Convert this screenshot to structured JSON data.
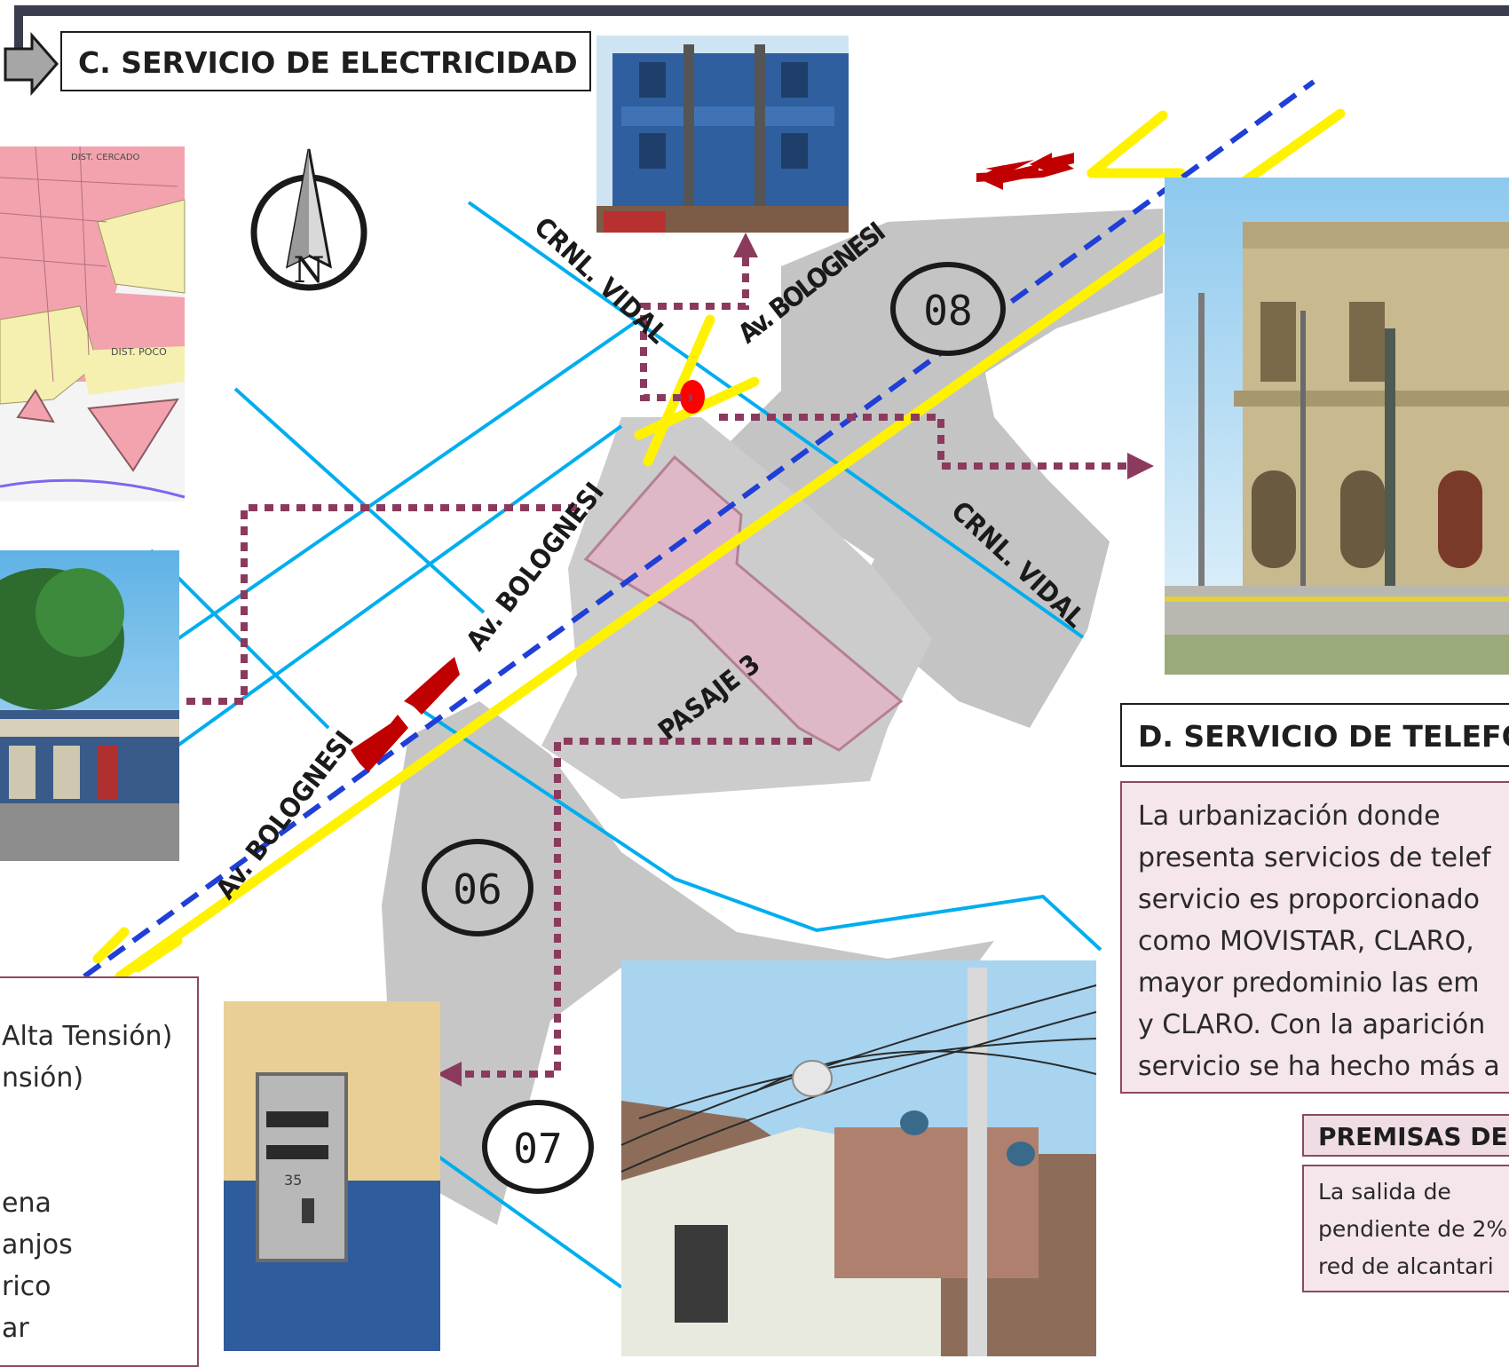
{
  "sections": {
    "electricity_title": "C. SERVICIO DE ELECTRICIDAD",
    "telephone_title": "D. SERVICIO DE TELEFO",
    "telephone_text": [
      "La  urbanización  donde",
      "presenta servicios de telef",
      "servicio  es  proporcionado",
      "como  MOVISTAR,  CLARO,",
      "mayor predominio las em",
      "y CLARO. Con la aparición",
      "servicio se ha hecho más a"
    ],
    "premises_title": "PREMISAS DE",
    "premises_text": [
      "La  salida  de",
      "pendiente de 2%",
      "red de alcantari"
    ]
  },
  "legend": {
    "items": [
      "Alta Tensión)",
      "nsión)",
      "",
      "",
      "ena",
      "anjos",
      "rico",
      "ar"
    ]
  },
  "map": {
    "streets": {
      "bolognesi_1": "Av. BOLOGNESI",
      "bolognesi_2": "Av. BOLOGNESI",
      "bolognesi_3": "Av. BOLOGNESI",
      "vidal_1": "CRNL. VIDAL",
      "vidal_2": "CRNL. VIDAL",
      "pasaje": "PASAJE 3"
    },
    "blocks": {
      "block_08": "08",
      "block_06": "06",
      "block_07": "07"
    },
    "compass_letter": "N",
    "inset_labels": {
      "label_top": "DIST. CERCADO",
      "label_mid": "DIST. POCO"
    },
    "meter_number": "35",
    "colors": {
      "high_voltage_line": "#fff200",
      "low_voltage_line": "#1f3fd6",
      "street_axis": "#00aeef",
      "block_gray": "#bdbdbd",
      "site_lot": "#dfb8c8",
      "photo_link": "#8b3a5e",
      "flow_arrow": "#c00000",
      "pole_marker": "#ff0000"
    }
  }
}
